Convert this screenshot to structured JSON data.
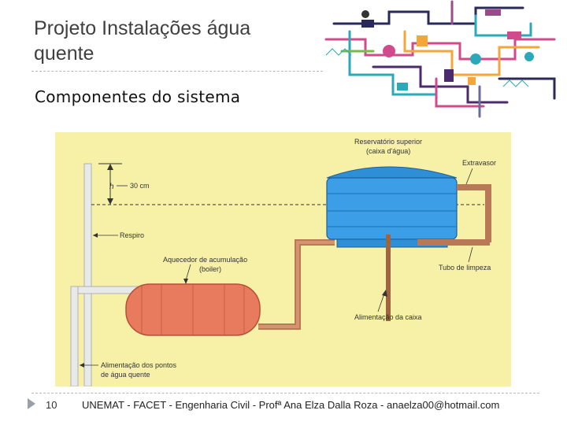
{
  "slide": {
    "title_line1": "Projeto Instalações água",
    "title_line2": "quente",
    "subtitle": "Componentes do sistema",
    "page_number": "10",
    "footer": "UNEMAT - FACET - Engenharia Civil - Profª Ana Elza Dalla Roza - anaelza00@hotmail.com"
  },
  "diagram": {
    "background_color": "#f7f1a8",
    "labels": {
      "reservoir_line1": "Reservatório superior",
      "reservoir_line2": "(caixa d'água)",
      "overflow": "Extravasor",
      "height_symbol": "h",
      "height_value": "30 cm",
      "vent": "Respiro",
      "boiler_line1": "Aquecedor de acumulação",
      "boiler_line2": "(boiler)",
      "cleaning": "Tubo de limpeza",
      "supply": "Alimentação da caixa",
      "hot_line1": "Alimentação dos pontos",
      "hot_line2": "de água quente"
    }
  }
}
